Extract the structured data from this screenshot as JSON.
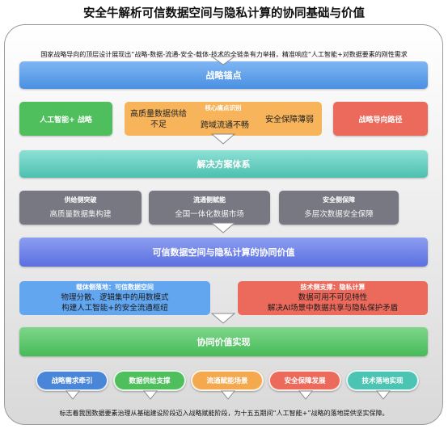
{
  "title": "安全牛解析可信数据空间与隐私计算的协同基础与价值",
  "top_note": "国家战略导向的顶层设计展现出“战略-数据-流通-安全-载体-技术的全链条有力举措，精准响应“人工智能+对数据要素的刚性需求",
  "bottom_note": "标志着我国数据要素治理从基础建设阶段迈入战略赋能阶段，为十五五期间“人工智能+”战略的落地提供坚实保障。",
  "bands": {
    "strategy_anchor": "战略锚点",
    "solution_system": "解决方案体系",
    "synergy_value": "可信数据空间与隐私计算的协同价值",
    "value_realization": "协同价值实现"
  },
  "anchor_row": {
    "left": "人工智能+ 战略",
    "core_title": "核心痛点识别",
    "core_items": [
      "高质量数据供给不足",
      "跨域流通不畅",
      "安全保障薄弱"
    ],
    "right": "战略导向路径"
  },
  "solution_cards": [
    {
      "title": "供给侧突破",
      "desc": "高质量数据集构建"
    },
    {
      "title": "流通侧赋能",
      "desc": "全国一体化数据市场"
    },
    {
      "title": "安全侧保障",
      "desc": "多层次数据安全保障"
    }
  ],
  "synergy": {
    "left": {
      "title": "载体侧落地：可信数据空间",
      "lines": [
        "物理分散、逻辑集中的用数模式",
        "构建人工智能+的安全流通枢纽"
      ]
    },
    "right": {
      "title": "技术侧支撑：隐私计算",
      "lines": [
        "数据可用不可见特性",
        "解决AI场景中数据共享与隐私保护矛盾"
      ]
    }
  },
  "pills": [
    "战略需求牵引",
    "数据供给支撑",
    "流通赋能场景",
    "安全保障发展",
    "技术落地实现"
  ],
  "colors": {
    "blue": "#4a90e2",
    "teal": "#4cc0b0",
    "indigo": "#5b6fe0",
    "green": "#46bb58",
    "orange": "#f7b45a",
    "red": "#ec6a5c",
    "gray": "#777882"
  }
}
